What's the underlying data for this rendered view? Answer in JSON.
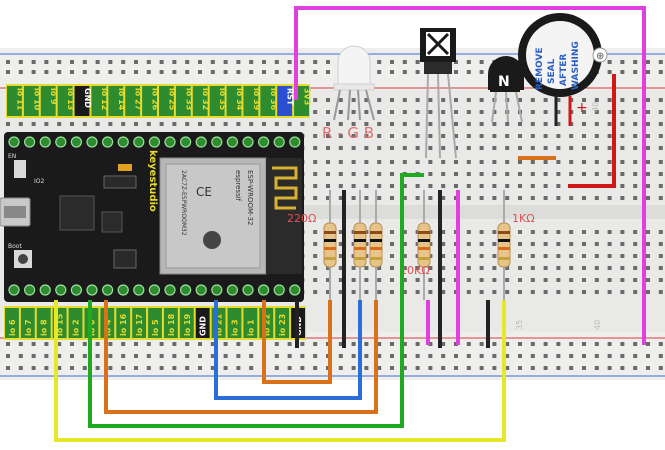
{
  "board": {
    "brand": "keyestudio",
    "module_brand": "espressif",
    "module_model": "ESP-WROOM-32",
    "module_fcc": "2AC7Z-ESPWROOM32",
    "label_io2": "IO2",
    "label_boot": "Boot",
    "label_en": "EN"
  },
  "top_header_pins": [
    "io 11",
    "io 10",
    "io 9",
    "io 13",
    "GND",
    "io 12",
    "io 14",
    "io 27",
    "io 26",
    "io 25",
    "io 33",
    "io 32",
    "io 35",
    "io 34",
    "io 39",
    "io 36",
    "RST",
    "3V3"
  ],
  "bottom_header_pins": [
    "io 6",
    "io 7",
    "io 8",
    "io 15",
    "io 2",
    "io 0",
    "io 4",
    "io 16",
    "io 17",
    "io 5",
    "io 18",
    "io 19",
    "GND",
    "io 21",
    "io 3",
    "io 1",
    "io 22",
    "io 23",
    "GND"
  ],
  "led_label": "R - G B",
  "resistors": {
    "r220": "220Ω",
    "r10k": "10KΩ",
    "r1k": "1KΩ"
  },
  "transistor_label": "N",
  "buzzer": {
    "lines": [
      "REMOVE",
      "SEAL",
      "AFTER",
      "WASHING"
    ],
    "plus": "+"
  },
  "breadboard": {
    "col_labels": [
      "40",
      "35",
      "40"
    ]
  },
  "colors": {
    "wire_magenta": "#e040e0",
    "wire_green": "#1faa1f",
    "wire_yellow": "#e8e82a",
    "wire_orange": "#d9701a",
    "wire_blue": "#2a6fd6",
    "wire_black": "#222222",
    "wire_red": "#d01818",
    "board": "#1a1a1a",
    "header_yellow": "#e6dc2e",
    "header_green": "#2e8b2e"
  }
}
